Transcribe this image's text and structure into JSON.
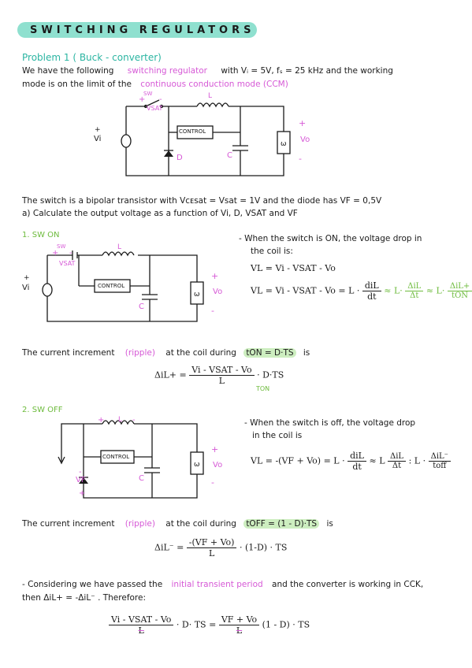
{
  "title": "SWITCHING REGULATORS",
  "problem": {
    "heading": "Problem 1 ( Buck - converter)",
    "intro_line1": "We have the following",
    "intro_link": "switching regulator",
    "intro_line1b": "with Vᵢ = 5V, fₛ = 25 kHz and the working",
    "intro_line2": "mode is on the limit of the",
    "intro_mode": "continuous conduction mode (CCM)",
    "desc_line1": "The switch is a bipolar transistor with Vᴄᴇsat = Vsat = 1V and the diode has VF = 0,5V",
    "desc_line2": "a) Calculate the output voltage as a function of Vi, D, VSAT and VF"
  },
  "circuit_labels": {
    "vi": "Vi",
    "vsat": "VSAT",
    "l": "L",
    "d": "D",
    "c": "C",
    "control": "CONTROL",
    "vo": "Vo",
    "plus": "+",
    "minus": "-",
    "sw": "SW",
    "vf": "VF"
  },
  "sw_on": {
    "label": "1. SW ON",
    "text1": "- When the switch is ON, the voltage drop in",
    "text2": "the coil is:",
    "eq1": "VL = Vi - VSAT - Vo",
    "eq2_left": "VL = Vi - VSAT - Vo = L ·",
    "eq2_num": "diL",
    "eq2_den": "dt",
    "eq2_approx_num": "ΔiL",
    "eq2_approx_den": "Δt",
    "eq2_final_num": "ΔiL+",
    "eq2_final_den": "tON",
    "ripple_line_a": "The current increment",
    "ripple_word": "(ripple)",
    "ripple_line_b": "at the coil during",
    "ripple_time": "tON = D·TS",
    "ripple_is": "is",
    "ripple_eq_left": "ΔiL+ =",
    "ripple_eq_num": "Vi - VSAT - Vo",
    "ripple_eq_den": "L",
    "ripple_eq_right": "· D·TS",
    "ripple_ton": "TON"
  },
  "sw_off": {
    "label": "2. SW OFF",
    "text1": "- When the switch is off, the voltage drop",
    "text2": "in the coil is",
    "eq_left": "VL = -(VF + Vo) = L ·",
    "eq_num": "diL",
    "eq_den": "dt",
    "eq_approx_num": "ΔiL",
    "eq_approx_den": "Δt",
    "eq_final_left": ": L ·",
    "eq_final_num": "ΔiL⁻",
    "eq_final_den": "toff",
    "ripple_line_a": "The current increment",
    "ripple_word": "(ripple)",
    "ripple_line_b": "at the coil during",
    "ripple_time": "tOFF = (1 - D)·TS",
    "ripple_is": "is",
    "ripple_eq_left": "ΔiL⁻ =",
    "ripple_eq_num": "-(VF + Vo)",
    "ripple_eq_den": "L",
    "ripple_eq_right": "· (1-D) · TS"
  },
  "conclusion": {
    "line1a": "- Considering we have passed the",
    "line1_pink": "initial transient period",
    "line1b": "and the converter is working in CCK,",
    "line2": "then ΔiL+ = -ΔiL⁻ . Therefore:",
    "eq_left_num": "Vi - VSAT - Vo",
    "eq_left_den": "L",
    "eq_mid": "· D· TS  =",
    "eq_right_num": "VF + Vo",
    "eq_right_den": "L",
    "eq_right_tail": "(1 - D) · TS"
  }
}
